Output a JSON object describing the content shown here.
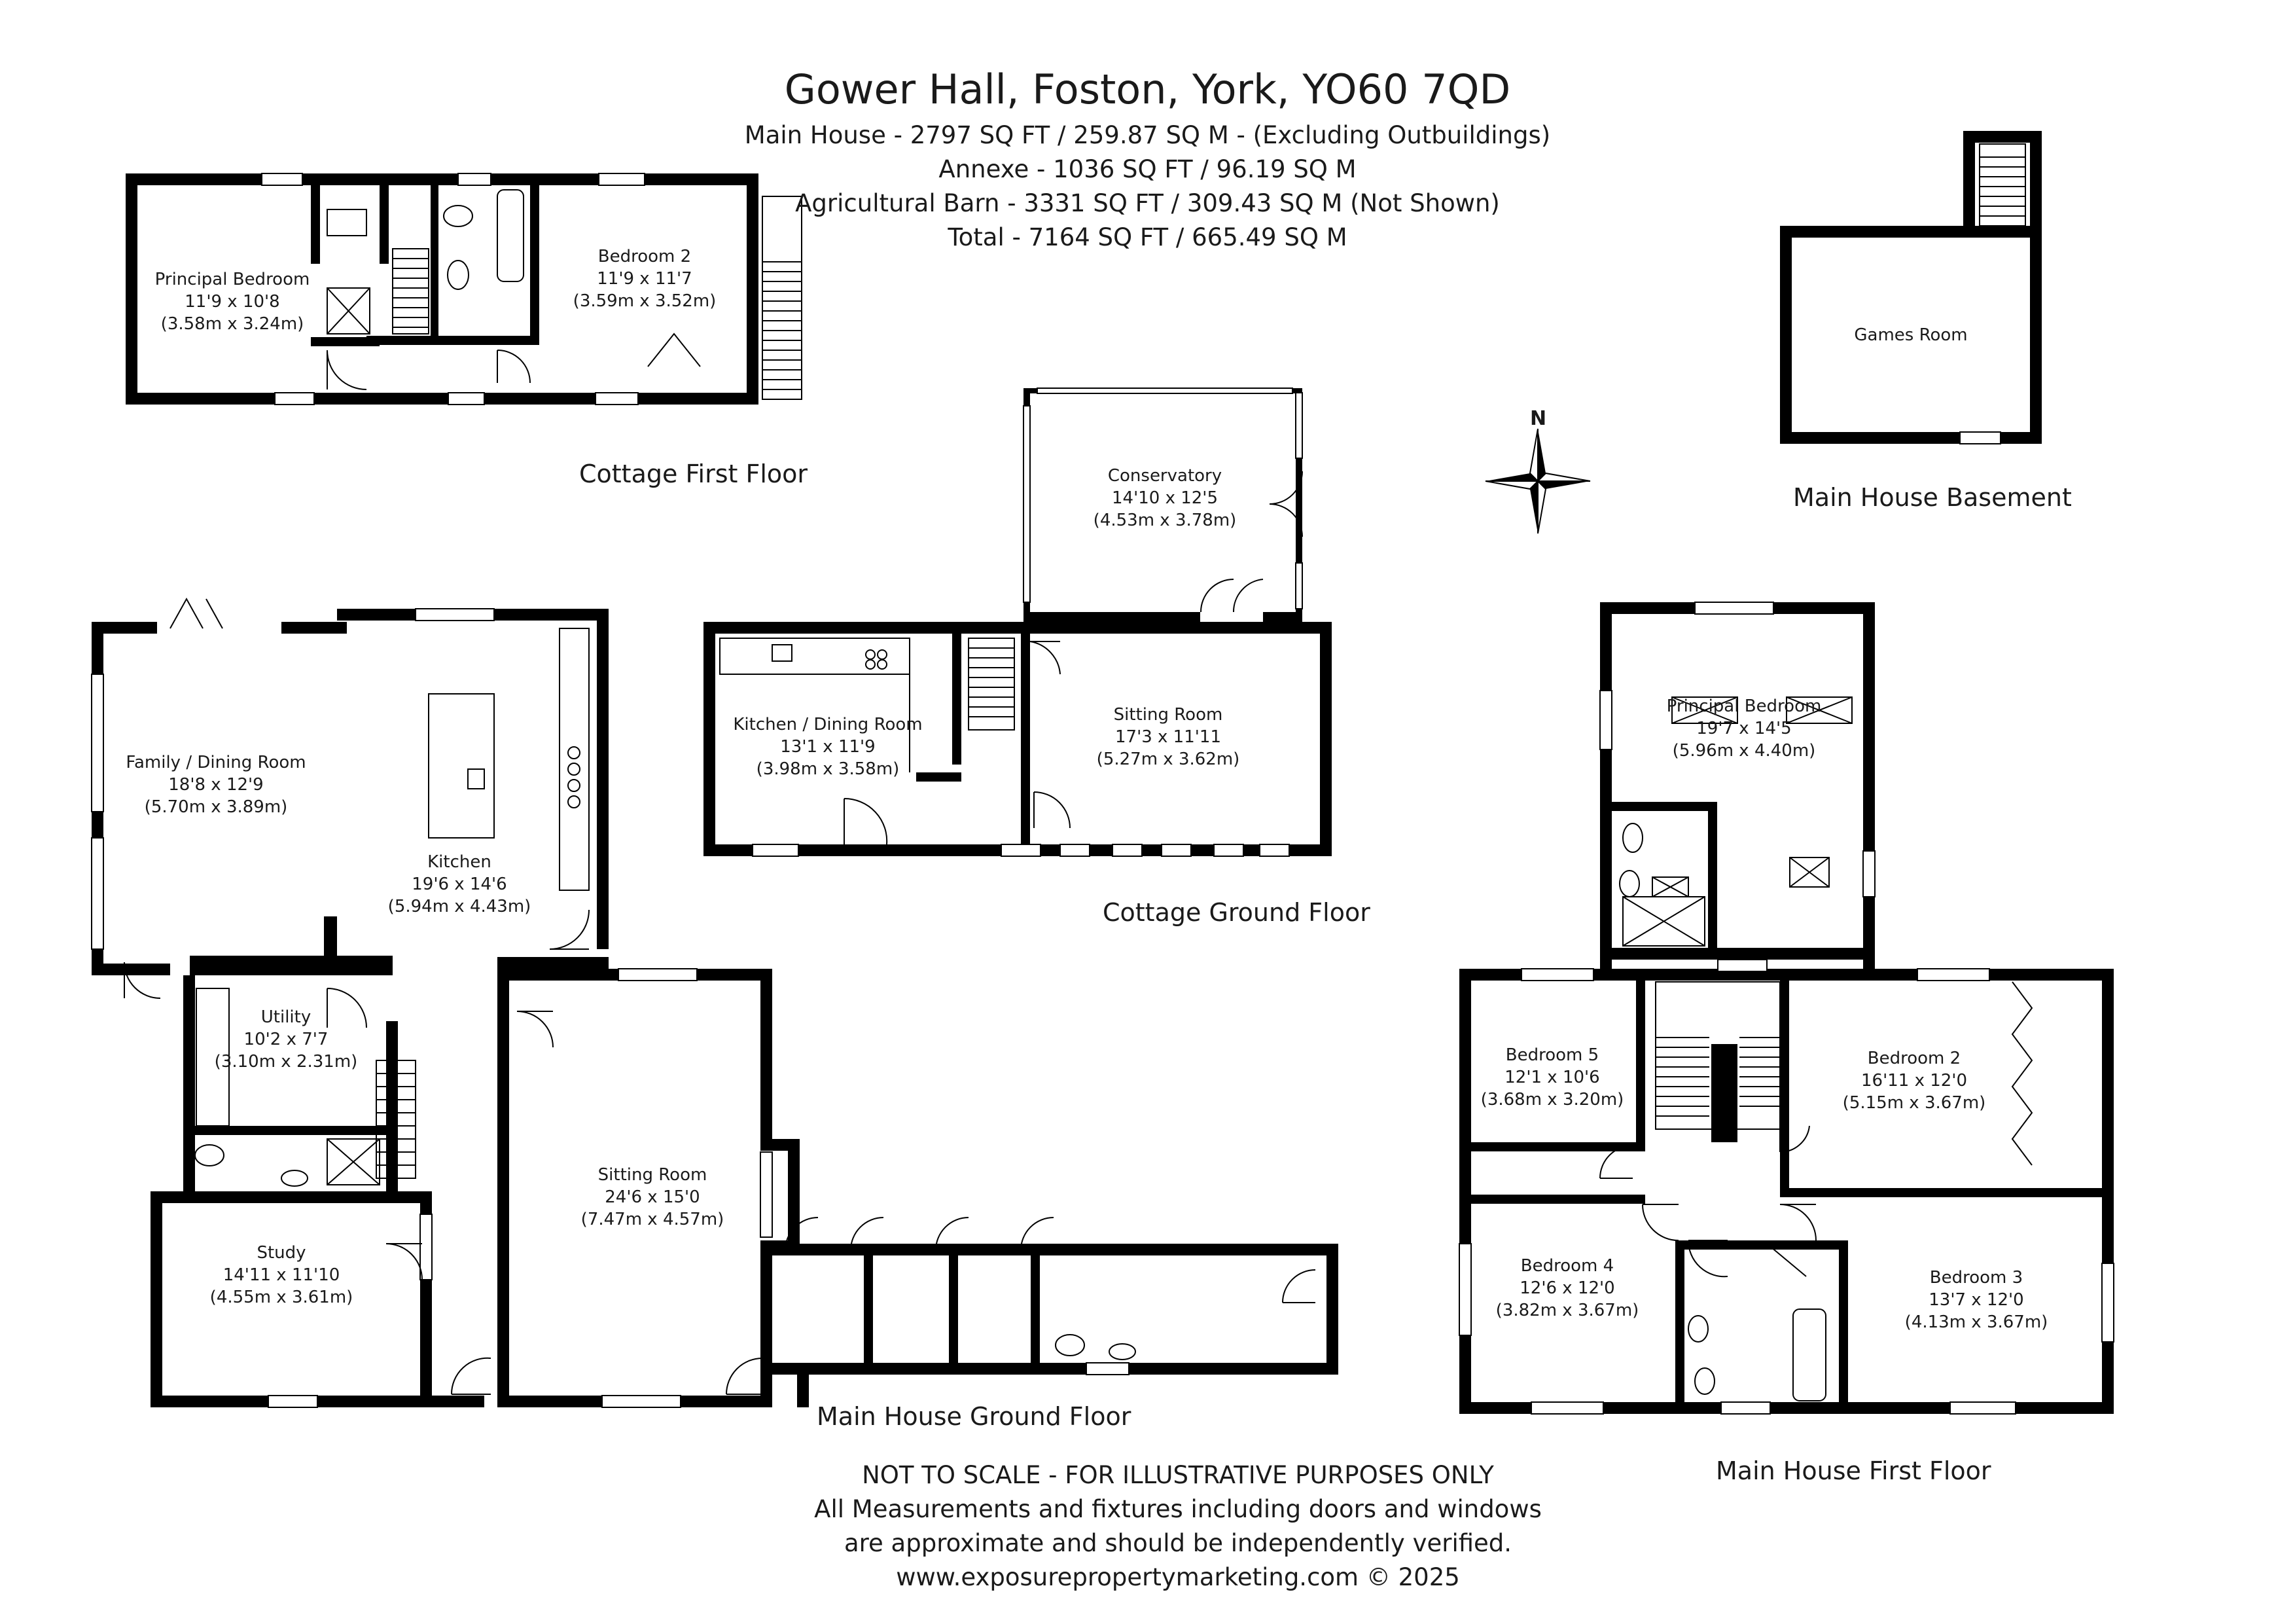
{
  "header": {
    "title": "Gower Hall, Foston, York, YO60 7QD",
    "lines": [
      "Main House - 2797 SQ FT / 259.87 SQ M - (Excluding Outbuildings)",
      "Annexe - 1036 SQ FT / 96.19 SQ M",
      "Agricultural Barn - 3331 SQ FT / 309.43 SQ M (Not Shown)",
      "Total - 7164 SQ FT / 665.49 SQ M"
    ]
  },
  "compass": {
    "label": "N"
  },
  "floors": {
    "cottage_first": "Cottage First Floor",
    "cottage_ground": "Cottage Ground Floor",
    "main_ground": "Main House Ground Floor",
    "main_first": "Main House First Floor",
    "main_basement": "Main House Basement"
  },
  "rooms": {
    "cf_principal": {
      "name": "Principal Bedroom",
      "imperial": "11'9 x 10'8",
      "metric": "(3.58m x 3.24m)"
    },
    "cf_bed2": {
      "name": "Bedroom 2",
      "imperial": "11'9 x 11'7",
      "metric": "(3.59m x 3.52m)"
    },
    "cg_conservatory": {
      "name": "Conservatory",
      "imperial": "14'10 x 12'5",
      "metric": "(4.53m x 3.78m)"
    },
    "cg_kitchen": {
      "name": "Kitchen / Dining Room",
      "imperial": "13'1 x 11'9",
      "metric": "(3.98m x 3.58m)"
    },
    "cg_sitting": {
      "name": "Sitting Room",
      "imperial": "17'3 x 11'11",
      "metric": "(5.27m x 3.62m)"
    },
    "mb_games": {
      "name": "Games Room"
    },
    "mg_family": {
      "name": "Family / Dining Room",
      "imperial": "18'8 x 12'9",
      "metric": "(5.70m x 3.89m)"
    },
    "mg_kitchen": {
      "name": "Kitchen",
      "imperial": "19'6 x 14'6",
      "metric": "(5.94m x 4.43m)"
    },
    "mg_utility": {
      "name": "Utility",
      "imperial": "10'2 x 7'7",
      "metric": "(3.10m x 2.31m)"
    },
    "mg_study": {
      "name": "Study",
      "imperial": "14'11 x 11'10",
      "metric": "(4.55m x 3.61m)"
    },
    "mg_sitting": {
      "name": "Sitting Room",
      "imperial": "24'6 x 15'0",
      "metric": "(7.47m x 4.57m)"
    },
    "m1_principal": {
      "name": "Principal Bedroom",
      "imperial": "19'7 x 14'5",
      "metric": "(5.96m x 4.40m)"
    },
    "m1_bed5": {
      "name": "Bedroom 5",
      "imperial": "12'1 x 10'6",
      "metric": "(3.68m x 3.20m)"
    },
    "m1_bed2": {
      "name": "Bedroom 2",
      "imperial": "16'11 x 12'0",
      "metric": "(5.15m x 3.67m)"
    },
    "m1_bed4": {
      "name": "Bedroom 4",
      "imperial": "12'6 x 12'0",
      "metric": "(3.82m x 3.67m)"
    },
    "m1_bed3": {
      "name": "Bedroom 3",
      "imperial": "13'7 x 12'0",
      "metric": "(4.13m x 3.67m)"
    }
  },
  "footer": {
    "lines": [
      "NOT TO SCALE - FOR ILLUSTRATIVE PURPOSES ONLY",
      "All Measurements and fixtures including doors and windows",
      "are approximate and should be independently verified.",
      "www.exposurepropertymarketing.com © 2025"
    ]
  },
  "colors": {
    "wall": "#000000",
    "background": "#ffffff",
    "text": "#1a1a1a"
  }
}
